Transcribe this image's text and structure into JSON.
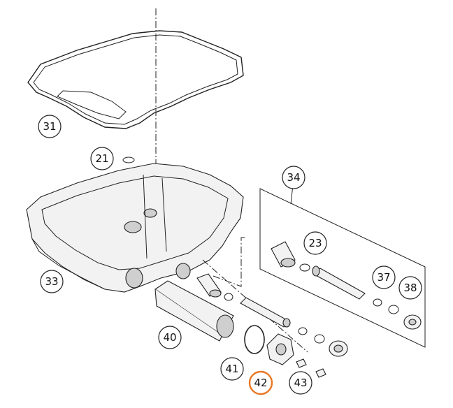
{
  "callouts": {
    "c31": "31",
    "c21": "21",
    "c33": "33",
    "c34": "34",
    "c23": "23",
    "c37": "37",
    "c38": "38",
    "c40": "40",
    "c41": "41",
    "c42": "42",
    "c43": "43"
  },
  "highlight": {
    "item": "42",
    "color": "#e87722"
  }
}
